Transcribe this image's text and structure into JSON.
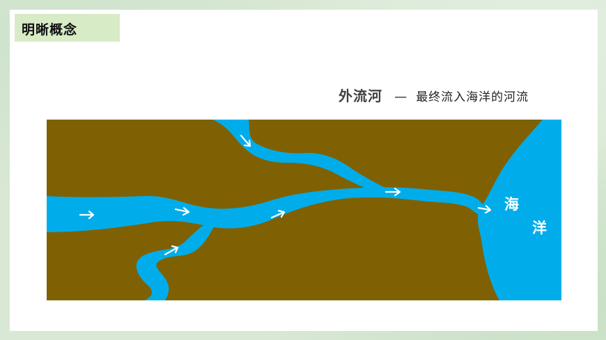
{
  "section_tag": {
    "label": "明晰概念"
  },
  "heading": {
    "term": "外流河",
    "separator": "—",
    "definition": "最终流入海洋的河流"
  },
  "diagram": {
    "ocean_label_1": "海",
    "ocean_label_2": "洋",
    "colors": {
      "land": "#7f6104",
      "water": "#00adea",
      "arrow": "#ffffff"
    }
  }
}
